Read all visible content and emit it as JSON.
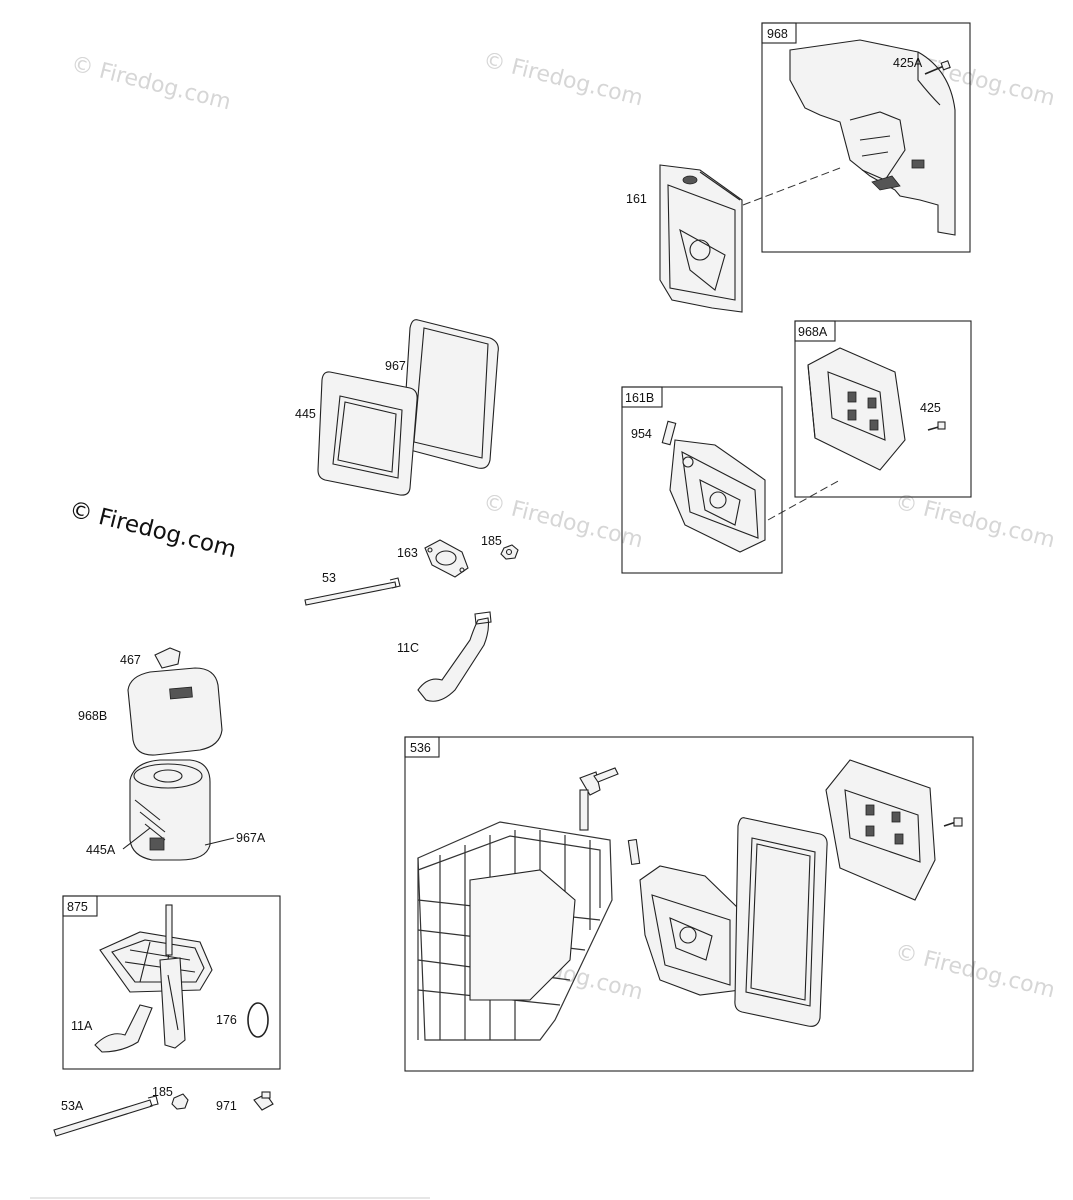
{
  "watermarks": [
    "© Firedog.com",
    "© Firedog.com",
    "© Firedog.com",
    "© Firedog.com",
    "© Firedog.com",
    "© Firedog.com",
    "© Firedog.com"
  ],
  "watermark_main": "© Firedog.com",
  "boxes": {
    "box_968": "968",
    "box_968A": "968A",
    "box_161B": "161B",
    "box_536": "536",
    "box_875": "875"
  },
  "labels": {
    "l_425A": "425A",
    "l_161": "161",
    "l_967": "967",
    "l_445": "445",
    "l_425": "425",
    "l_954": "954",
    "l_163": "163",
    "l_185": "185",
    "l_53": "53",
    "l_11C": "11C",
    "l_467": "467",
    "l_968B": "968B",
    "l_445A": "445A",
    "l_967A": "967A",
    "l_11A": "11A",
    "l_176": "176",
    "l_53A": "53A",
    "l_185b": "185",
    "l_971": "971"
  }
}
